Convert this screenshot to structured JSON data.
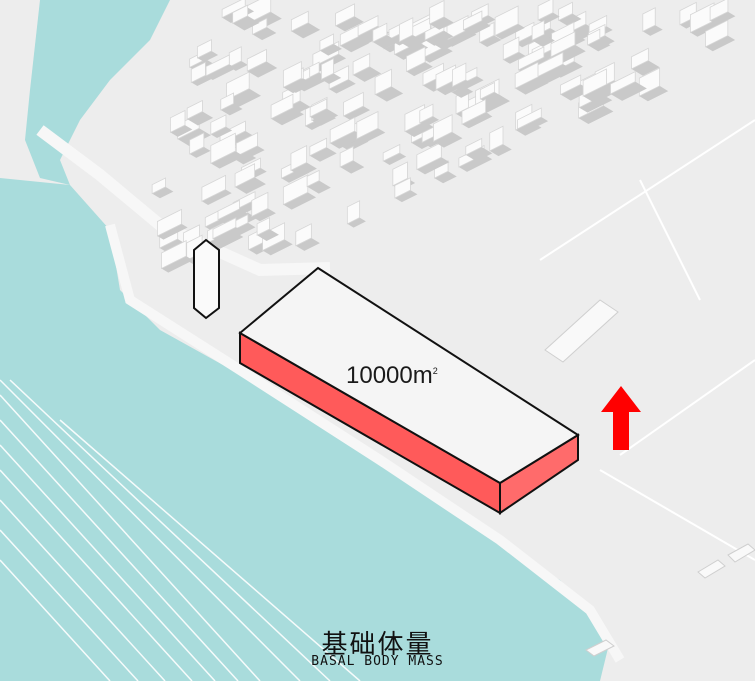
{
  "diagram": {
    "mass_label": {
      "value": "10000m",
      "superscript": "2"
    },
    "caption_cn": "基础体量",
    "caption_en": "BASAL BODY MASS",
    "colors": {
      "water": "#a9dcdc",
      "ground": "#ededed",
      "buildings": "#f9f9f9",
      "building_shadow": "#c9c9c9",
      "mass_side": "#ff5a5a",
      "arrow": "#ff0000",
      "outline": "#111111"
    },
    "icons": [
      "north-arrow-icon"
    ]
  }
}
